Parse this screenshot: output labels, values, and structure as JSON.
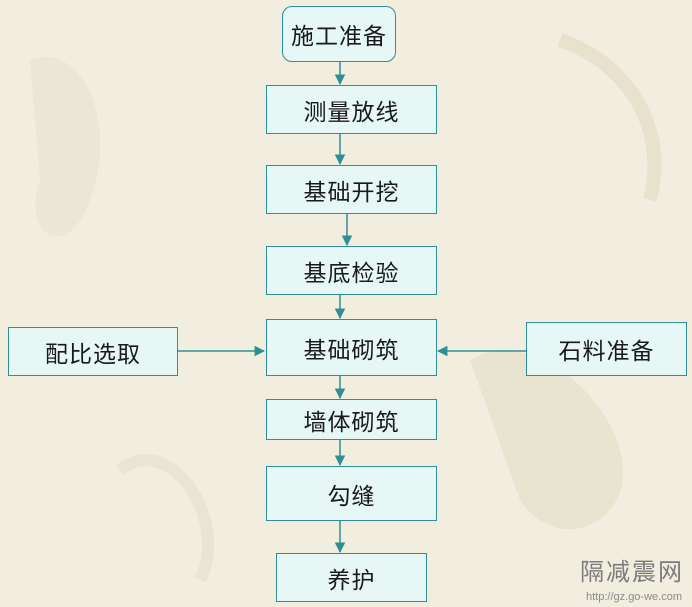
{
  "flowchart": {
    "start": "施工准备",
    "steps": [
      "测量放线",
      "基础开挖",
      "基底检验",
      "基础砌筑",
      "墙体砌筑",
      "勾缝",
      "养护"
    ],
    "left_input": "配比选取",
    "right_input": "石料准备"
  },
  "watermark": {
    "name": "隔减震网",
    "url": "http://gz.go-we.com"
  },
  "colors": {
    "box_fill": "#e6f7f6",
    "box_border": "#2f8f95",
    "arrow": "#2f8f95",
    "background": "#f1eee0"
  }
}
